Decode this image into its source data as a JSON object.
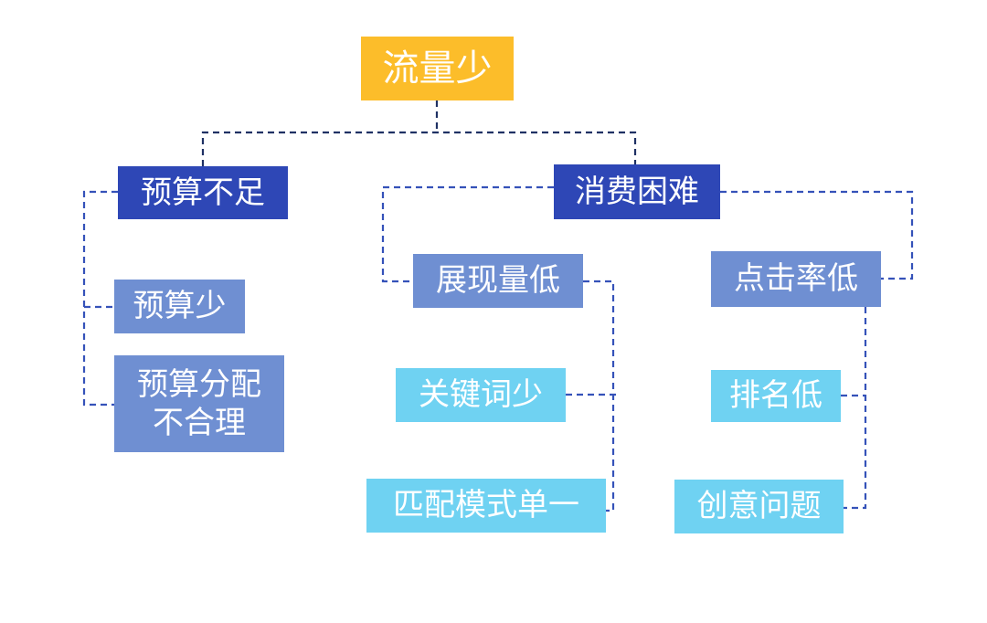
{
  "colors": {
    "root": "#fcbd2a",
    "level1": "#2e47b6",
    "level2": "#6f8fd2",
    "level3": "#6fd2f2",
    "connector_dark": "#1f3164",
    "connector": "#3552b9"
  },
  "diagram": {
    "root": {
      "label": "流量少"
    },
    "level1": [
      {
        "label": "预算不足"
      },
      {
        "label": "消费困难"
      }
    ],
    "budget_children": [
      {
        "label": "预算少"
      },
      {
        "label": "预算分配\n不合理"
      }
    ],
    "spend_children": [
      {
        "label": "展现量低"
      },
      {
        "label": "点击率低"
      }
    ],
    "low_impression_children": [
      {
        "label": "关键词少"
      },
      {
        "label": "匹配模式单一"
      }
    ],
    "low_ctr_children": [
      {
        "label": "排名低"
      },
      {
        "label": "创意问题"
      }
    ]
  }
}
